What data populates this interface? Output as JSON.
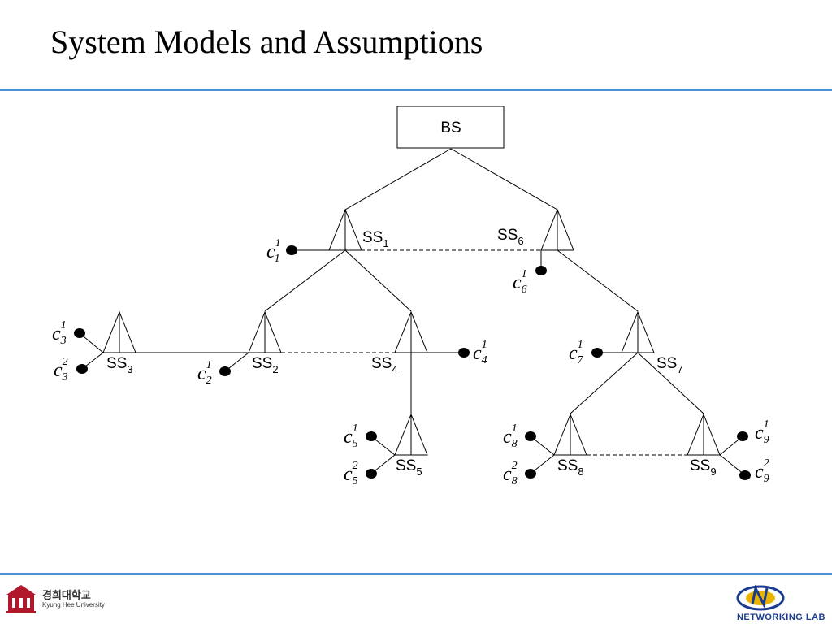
{
  "slide": {
    "title": "System Models and Assumptions"
  },
  "diagram": {
    "root_label": "BS",
    "subscriber_stations": [
      {
        "id": "ss1",
        "base": "SS",
        "sub": "1"
      },
      {
        "id": "ss2",
        "base": "SS",
        "sub": "2"
      },
      {
        "id": "ss3",
        "base": "SS",
        "sub": "3"
      },
      {
        "id": "ss4",
        "base": "SS",
        "sub": "4"
      },
      {
        "id": "ss5",
        "base": "SS",
        "sub": "5"
      },
      {
        "id": "ss6",
        "base": "SS",
        "sub": "6"
      },
      {
        "id": "ss7",
        "base": "SS",
        "sub": "7"
      },
      {
        "id": "ss8",
        "base": "SS",
        "sub": "8"
      },
      {
        "id": "ss9",
        "base": "SS",
        "sub": "9"
      }
    ],
    "clients": [
      {
        "id": "c1_1",
        "base": "c",
        "sub": "1",
        "sup": "1"
      },
      {
        "id": "c6_1",
        "base": "c",
        "sub": "6",
        "sup": "1"
      },
      {
        "id": "c3_1",
        "base": "c",
        "sub": "3",
        "sup": "1"
      },
      {
        "id": "c3_2",
        "base": "c",
        "sub": "3",
        "sup": "2"
      },
      {
        "id": "c2_1",
        "base": "c",
        "sub": "2",
        "sup": "1"
      },
      {
        "id": "c4_1",
        "base": "c",
        "sub": "4",
        "sup": "1"
      },
      {
        "id": "c7_1",
        "base": "c",
        "sub": "7",
        "sup": "1"
      },
      {
        "id": "c5_1",
        "base": "c",
        "sub": "5",
        "sup": "1"
      },
      {
        "id": "c5_2",
        "base": "c",
        "sub": "5",
        "sup": "2"
      },
      {
        "id": "c8_1",
        "base": "c",
        "sub": "8",
        "sup": "1"
      },
      {
        "id": "c8_2",
        "base": "c",
        "sub": "8",
        "sup": "2"
      },
      {
        "id": "c9_1",
        "base": "c",
        "sub": "9",
        "sup": "1"
      },
      {
        "id": "c9_2",
        "base": "c",
        "sub": "9",
        "sup": "2"
      }
    ]
  },
  "footer": {
    "university_name": "경희대학교",
    "university_name_en": "Kyung Hee University",
    "lab_name": "NETWORKING LAB"
  },
  "colors": {
    "rule": "#4a90d9",
    "lab_brand": "#1a3d8f",
    "university_brand": "#b2182b"
  }
}
